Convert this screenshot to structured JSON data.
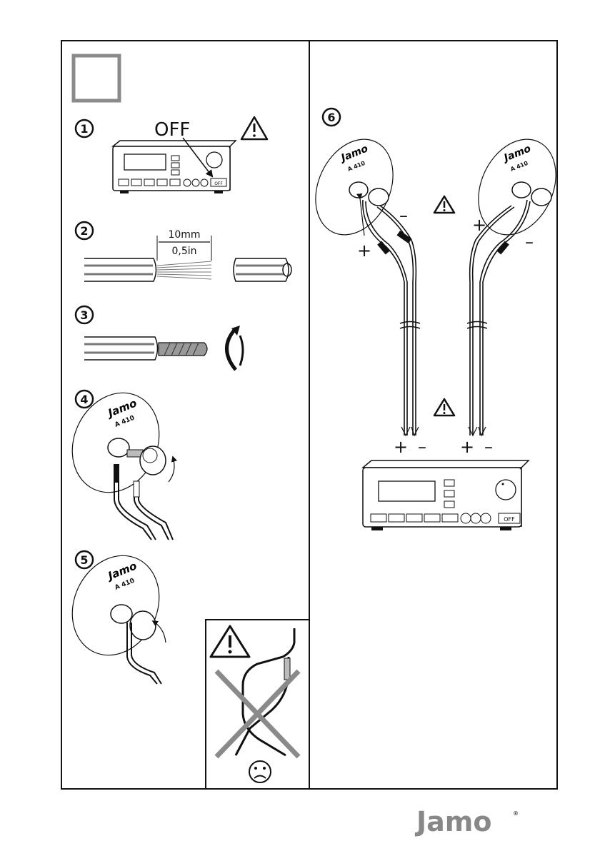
{
  "page": {
    "steps": [
      "1",
      "2",
      "3",
      "4",
      "5",
      "6"
    ],
    "step1": {
      "off_label": "OFF",
      "amp_button": "OFF"
    },
    "step2": {
      "length_metric": "10mm",
      "length_imperial": "0,5in"
    },
    "step4": {
      "brand": "Jamo",
      "model": "A 410"
    },
    "step5": {
      "brand": "Jamo",
      "model": "A 410"
    },
    "step6": {
      "left_speaker": {
        "brand": "Jamo",
        "model": "A 410"
      },
      "right_speaker": {
        "brand": "Jamo",
        "model": "A 410"
      },
      "polarity": {
        "plus": "+",
        "minus": "–"
      },
      "amp_button": "OFF"
    },
    "warning_icon": "warning-triangle-icon",
    "sad_face_icon": "sad-face-icon",
    "footer_logo": "Jamo",
    "footer_logo_mark": "®"
  }
}
